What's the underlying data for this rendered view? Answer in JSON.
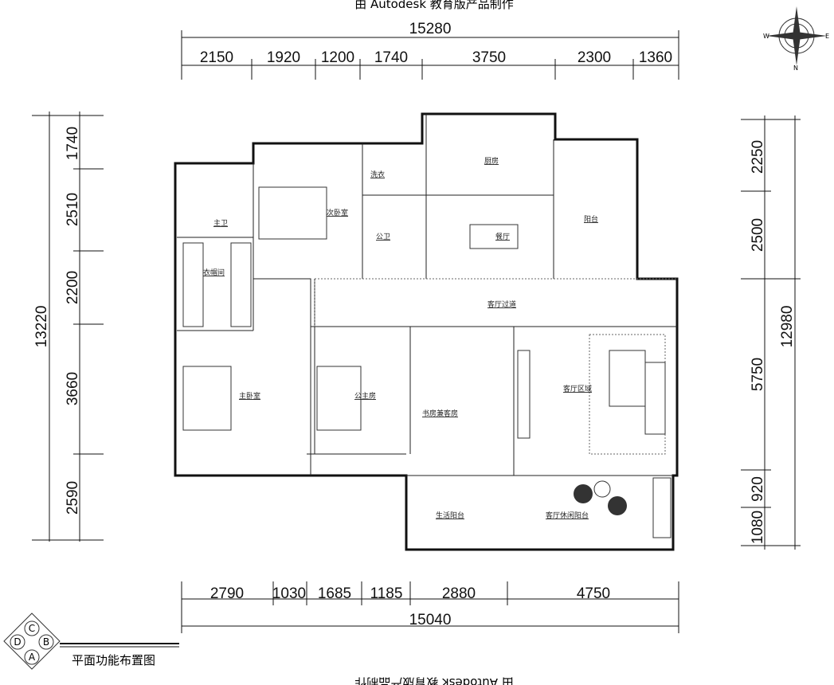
{
  "watermark_top": "由 Autodesk 教育版产品制作",
  "watermark_bottom": "由 Autodesk 教育版产品制作",
  "drawing_title": "平面功能布置图",
  "compass_labels": {
    "n": "N",
    "e": "E",
    "w": "W"
  },
  "direction_marker": {
    "top": "C",
    "left": "D",
    "right": "B",
    "bottom": "A"
  },
  "dimensions": {
    "top_total": "15280",
    "top": [
      "2150",
      "1920",
      "1200",
      "1740",
      "3750",
      "2300",
      "1360"
    ],
    "bottom_total": "15040",
    "bottom": [
      "2790",
      "1030",
      "1685",
      "1185",
      "2880",
      "4750"
    ],
    "left_total": "13220",
    "left": [
      "1740",
      "2510",
      "2200",
      "3660",
      "2590"
    ],
    "right_total": "12980",
    "right": [
      "2250",
      "2500",
      "5750",
      "920",
      "1080"
    ]
  },
  "rooms": {
    "master_bath": "主卫",
    "cloakroom": "衣帽间",
    "master_bedroom": "主卧室",
    "second_bedroom": "次卧室",
    "laundry": "洗衣",
    "public_bath": "公卫",
    "kitchen": "厨房",
    "dining": "餐厅",
    "balcony": "阳台",
    "corridor": "客厅过道",
    "princess_room": "公主房",
    "study": "书房兼客房",
    "living_room": "客厅区域",
    "service_balcony": "生活阳台",
    "leisure_balcony": "客厅休闲阳台"
  }
}
